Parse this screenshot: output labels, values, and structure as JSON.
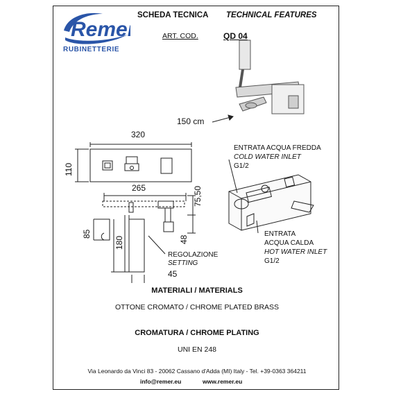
{
  "brand": {
    "logo_text": "Remer",
    "subtitle": "RUBINETTERIE",
    "color": "#2a55a8"
  },
  "header": {
    "title_it": "SCHEDA TECNICA",
    "title_en": "TECHNICAL FEATURES",
    "art_label": "ART. COD.",
    "art_code": "QD 04"
  },
  "product": {
    "hose_length": "150 cm"
  },
  "dimensions": {
    "width_total": "320",
    "height_plate": "110",
    "spout_reach": "265",
    "depth": "75,50",
    "d85": "85",
    "d180": "180",
    "d48": "48",
    "d45": "45"
  },
  "labels": {
    "cold_it": "ENTRATA ACQUA FREDDA",
    "cold_en": "COLD WATER INLET",
    "cold_thread": "G1/2",
    "hot_it_1": "ENTRATA",
    "hot_it_2": "ACQUA CALDA",
    "hot_en": "HOT WATER INLET",
    "hot_thread": "G1/2",
    "setting_it": "REGOLAZIONE",
    "setting_en": "SETTING"
  },
  "specs": {
    "materials_title": "MATERIALI / MATERIALS",
    "materials_value": "OTTONE CROMATO / CHROME PLATED BRASS",
    "plating_title": "CROMATURA / CHROME PLATING",
    "plating_value": "UNI EN 248"
  },
  "footer": {
    "address": "Via Leonardo da Vinci 83 - 20062 Cassano d'Adda (MI) Italy - Tel. +39-0363 364211",
    "email": "info@remer.eu",
    "web": "www.remer.eu"
  }
}
